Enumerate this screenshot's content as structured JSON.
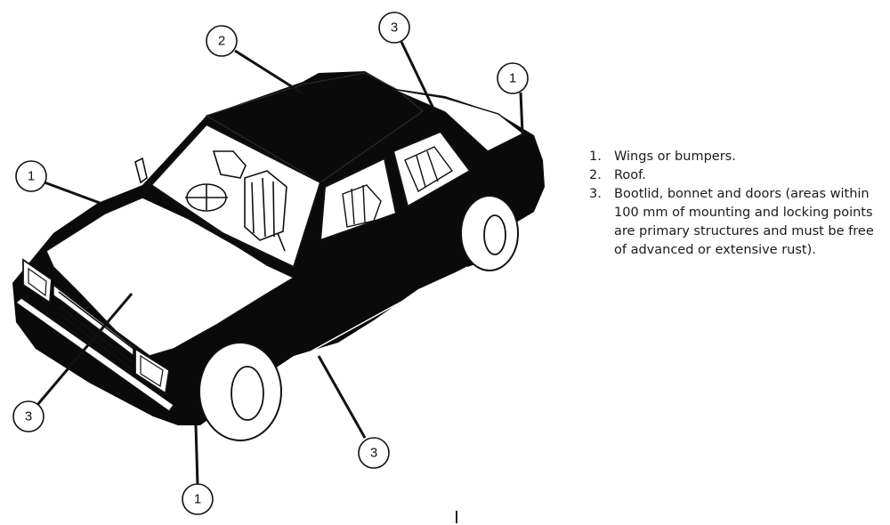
{
  "callouts": [
    {
      "id": "callout-wings-front-left",
      "label": "1"
    },
    {
      "id": "callout-roof",
      "label": "2"
    },
    {
      "id": "callout-rear-pillar",
      "label": "3"
    },
    {
      "id": "callout-wings-rear",
      "label": "1"
    },
    {
      "id": "callout-bonnet",
      "label": "3"
    },
    {
      "id": "callout-door",
      "label": "3"
    },
    {
      "id": "callout-bumper-front",
      "label": "1"
    }
  ],
  "legend": {
    "items": [
      {
        "number": "1.",
        "text": "Wings or bumpers."
      },
      {
        "number": "2.",
        "text": "Roof."
      },
      {
        "number": "3.",
        "text": "Bootlid, bonnet and doors (areas within 100 mm of mounting and locking points are primary structures and must be free of advanced or extensive rust)."
      }
    ]
  },
  "colors": {
    "body": "#0a0a0a",
    "line": "#111111",
    "background": "#ffffff"
  }
}
